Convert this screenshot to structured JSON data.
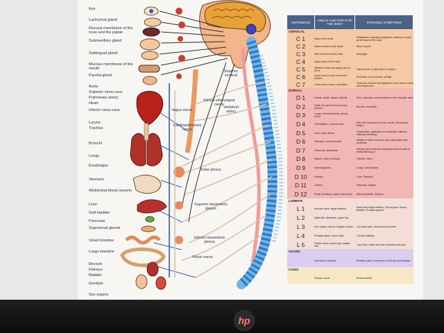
{
  "organs": [
    "Eye",
    "Lachrymal gland",
    "Mucous membrane of the nose and the palate",
    "Submaxillary gland",
    "Sublingual gland",
    "Mucous membrane of the mouth",
    "Parotid gland",
    "Aorta",
    "Superior vena cava",
    "Pulmonary artery",
    "Heart",
    "Inferior vena cava",
    "Larynx",
    "Trachea",
    "Bronchi",
    "Lungs",
    "Esophagus",
    "Stomach",
    "Abdominal blood vessels",
    "Liver",
    "Gall bladder",
    "Pancreas",
    "Suprarenal glands",
    "Small intestine",
    "Large intestine",
    "Rectum",
    "Kidneys",
    "Bladder",
    "Genitals",
    "Sex organs"
  ],
  "nerves": {
    "glosso": "Glosso-pharyngeal nerve",
    "vagus": "Vagus nerve",
    "cardio": "Cardiopulmonary nerve",
    "vertebral": "Vertebral artery",
    "superior_cervical": "Superior cervical",
    "solar": "Solar plexus",
    "sup_mes": "Superior mesenteric plexus",
    "inf_mes": "Inferior mesenteric plexus",
    "pelvic": "Pelvic nerve"
  },
  "table": {
    "headers": [
      "VERTEBRAE",
      "AREAS AND PARTS OF THE BODY",
      "POSSIBLE SYMPTOMS"
    ],
    "sections": [
      {
        "title": "CERVICAL",
        "color": "#f6c9a6",
        "levels": [
          {
            "level": "C 1",
            "area": "Back of the head",
            "symptom": "Headaches, including migraines, achiness or pain at the back of the head"
          },
          {
            "level": "C 2",
            "area": "Various areas of the head",
            "symptom": "Sinus trouble"
          },
          {
            "level": "C 3",
            "area": "Side and front of the neck",
            "symptom": "Neuralgia"
          },
          {
            "level": "C 4",
            "area": "Upper back of the neck",
            "symptom": ""
          },
          {
            "level": "C 5",
            "area": "Middle of neck and upper part of arms",
            "symptom": "Jaw muscle, or joint aches or pains"
          },
          {
            "level": "C 6",
            "area": "Lower part of neck, arms and elbows",
            "symptom": "Dizziness, nervousness, vertigo"
          },
          {
            "level": "C 7",
            "area": "Lower part of arms, shoulders",
            "symptom": "Soreness, tension and tightness in the back of neck and throat area"
          }
        ]
      },
      {
        "title": "DORSAL",
        "color": "#f2b7b5",
        "levels": [
          {
            "level": "D 1",
            "area": "Hands, wrists, fingers, thyroid",
            "symptom": "Pain, soreness, and restriction in the shoulder area"
          },
          {
            "level": "D 2",
            "area": "Heart, its valves and coronary arteries",
            "symptom": "Bursitis, tendonitis"
          },
          {
            "level": "D 3",
            "area": "Lungs, bronchial tubes, pleura, chest",
            "symptom": ""
          },
          {
            "level": "D 4",
            "area": "Gall bladder, common duct",
            "symptom": "Pain and soreness in arms, hands, elbows and fingers"
          },
          {
            "level": "D 5",
            "area": "Liver, solar plexus",
            "symptom": "Chest pains, tightness or constriction, asthma, difficulty breathing"
          },
          {
            "level": "D 6",
            "area": "Stomach, mid-back area",
            "symptom": "Middle or lower mid back pain, discomfort and soreness"
          },
          {
            "level": "D 7",
            "area": "Pancreas, duodenum",
            "symptom": "Various and numerous symptoms from trouble or malfunctioning of"
          },
          {
            "level": "D 8",
            "area": "Spleen, lower mid-back",
            "symptom": "Thyroid, Heart"
          },
          {
            "level": "D 9",
            "area": "Adrenal glands",
            "symptom": "Lungs, Gall bladder"
          },
          {
            "level": "D 10",
            "area": "Kidneys",
            "symptom": "Liver, Stomach"
          },
          {
            "level": "D 11",
            "area": "Ureters",
            "symptom": "Pancreas, Spleen"
          },
          {
            "level": "D 12",
            "area": "Small intestines, upper lower back",
            "symptom": "Adrenal glands, Kidneys"
          }
        ]
      },
      {
        "title": "LUMBAR",
        "color": "#f4ddd6",
        "levels": [
          {
            "level": "L 1",
            "area": "Ilecocal valve, large intestine",
            "symptom": "Small and large intestine, Sex organs, Uterus, Bladder, Prostate glands"
          },
          {
            "level": "L 2",
            "area": "Appendix, abdomen, upper leg",
            "symptom": ""
          },
          {
            "level": "L 3",
            "area": "Sex organs, uterus, bladder, knees",
            "symptom": "Low back pain, aches and soreness"
          },
          {
            "level": "L 4",
            "area": "Prostate gland, lower back",
            "symptom": "Trouble walking"
          },
          {
            "level": "L 5",
            "area": "Sciatic nerve, lower legs, ankles, feet",
            "symptom": "Leg, knee, ankle and foot soreness and pain"
          }
        ]
      },
      {
        "title": "SACRO",
        "color": "#dccdf0",
        "levels": [
          {
            "level": "",
            "area": "Hip bones, buttocks",
            "symptom": "Sciatica, pain or soreness in the hip and buttocks"
          }
        ]
      },
      {
        "title": "COXIS",
        "color": "#f6e7c7",
        "levels": [
          {
            "level": "",
            "area": "Rectum, anus",
            "symptom": "Rectal trouble"
          }
        ]
      }
    ]
  },
  "device": {
    "brand": "hp"
  }
}
